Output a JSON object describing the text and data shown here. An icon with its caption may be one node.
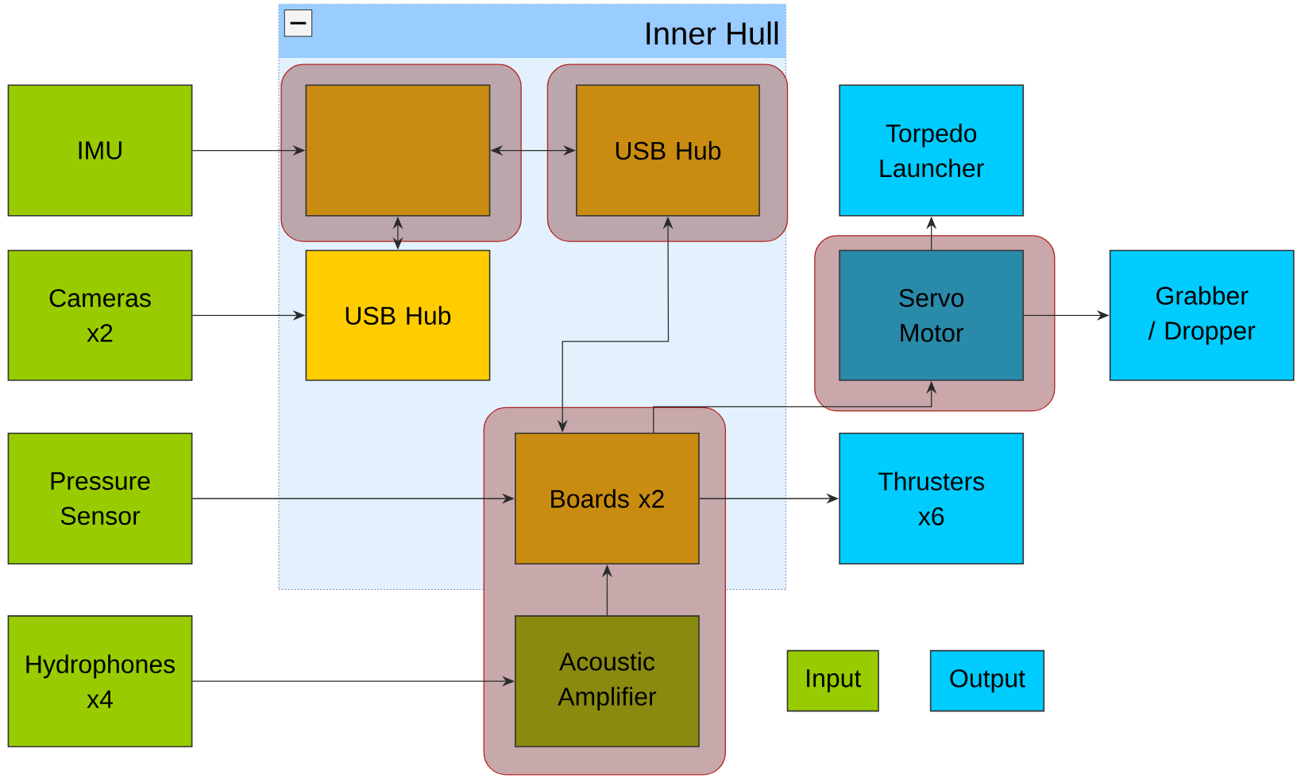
{
  "diagram": {
    "nodes": [
      {
        "text": [
          "Inner Hull"
        ]
      },
      {
        "text": [],
        "shape": "box",
        "in": 0
      },
      {
        "text": [],
        "shape": "box",
        "in": 1
      },
      {
        "text": [],
        "shape": "box",
        "in": 0
      },
      {
        "text": [
          "USB Hub"
        ],
        "in": 3
      },
      {
        "text": [
          "USB Hub"
        ],
        "in": 0
      },
      {
        "text": [
          "IMU"
        ]
      },
      {
        "text": [
          "Cameras x2"
        ]
      },
      {
        "text": [
          "Pressure Sensor"
        ]
      },
      {
        "text": [
          "Hydrophones x4"
        ]
      },
      {
        "text": [],
        "shape": "box"
      },
      {
        "text": [
          "Boards x2"
        ]
      },
      {
        "text": [
          "Acoustic Amplifier"
        ],
        "in": 10
      },
      {
        "text": [
          "Torpedo Launcher"
        ]
      },
      {
        "text": [],
        "shape": "box"
      },
      {
        "text": [
          "Servo Motor"
        ],
        "in": 14
      },
      {
        "text": [
          "Grabber / Dropper"
        ]
      },
      {
        "text": [
          "Thrusters x6"
        ]
      }
    ],
    "edges": [
      {
        "from": 6,
        "to": 2,
        "arrow": "to"
      },
      {
        "from": 2,
        "to": 4,
        "arrow": "both"
      },
      {
        "from": 2,
        "to": 5,
        "arrow": "both"
      },
      {
        "from": 7,
        "to": 5,
        "arrow": "to"
      },
      {
        "from": 11,
        "to": 4,
        "arrow": "both"
      },
      {
        "from": 11,
        "to": 15,
        "arrow": "to"
      },
      {
        "from": 8,
        "to": 11,
        "arrow": "to"
      },
      {
        "from": 11,
        "to": 17,
        "arrow": "to"
      },
      {
        "from": 9,
        "to": 12,
        "arrow": "to"
      },
      {
        "from": 12,
        "to": 11,
        "arrow": "to"
      },
      {
        "from": 15,
        "to": 13,
        "arrow": "to"
      },
      {
        "from": 15,
        "to": 16,
        "arrow": "to"
      }
    ],
    "legend": [
      {
        "text": "Input",
        "color": "#99cc00"
      },
      {
        "text": "Output",
        "color": "#00ccff"
      }
    ]
  }
}
